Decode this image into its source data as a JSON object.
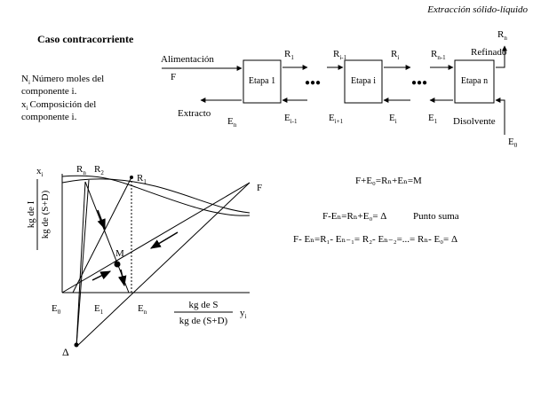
{
  "header": {
    "subject": "Extracción sólido-líquido",
    "case_title": "Caso contracorriente"
  },
  "legend": {
    "n_line1": "Número moles del",
    "n_line2": "componente i.",
    "x_line1": "Composición del",
    "x_line2": "componente i.",
    "n_sym": "N",
    "x_sym": "x",
    "sub_i": "i"
  },
  "flow": {
    "alimentacion": "Alimentación",
    "F": "F",
    "extracto": "Extracto",
    "refinado": "Refinado",
    "disolvente": "Disolvente",
    "stage_1": "Etapa 1",
    "stage_i": "Etapa i",
    "stage_n": "Etapa n",
    "dots": "●●●",
    "R": "R",
    "E": "E",
    "sub_1": "1",
    "sub_n": "n",
    "sub_0": "0",
    "sub_i": "i",
    "sub_i_minus1": "i-1",
    "sub_n_minus1": "n-1",
    "sub_i_plus1": "i+1"
  },
  "diagram": {
    "y_axis_symbol": "x",
    "y_axis_sub": "i",
    "y_axis_num": "kg de I",
    "y_axis_den": "kg de (S+D)",
    "x_axis_num": "kg  de S",
    "x_axis_den": "kg  de (S+D)",
    "x_axis_symbol": "y",
    "x_axis_sub": "i",
    "pt_F": "F",
    "pt_M": "M",
    "pt_delta": "Δ",
    "pt_R": "R",
    "pt_E": "E",
    "sub_n": "n",
    "sub_1": "1",
    "sub_2": "2",
    "sub_0": "0"
  },
  "equations": {
    "eq1": "F+E₀=Rₙ+Eₙ=M",
    "eq2": "F-Eₙ=Rₙ+E₀= Δ",
    "eq2_label": "Punto suma",
    "eq3": "F- Eₙ=R₁- Eₙ₋₁= R₂- Eₙ₋₂=...= Rₙ- E₀= Δ"
  }
}
